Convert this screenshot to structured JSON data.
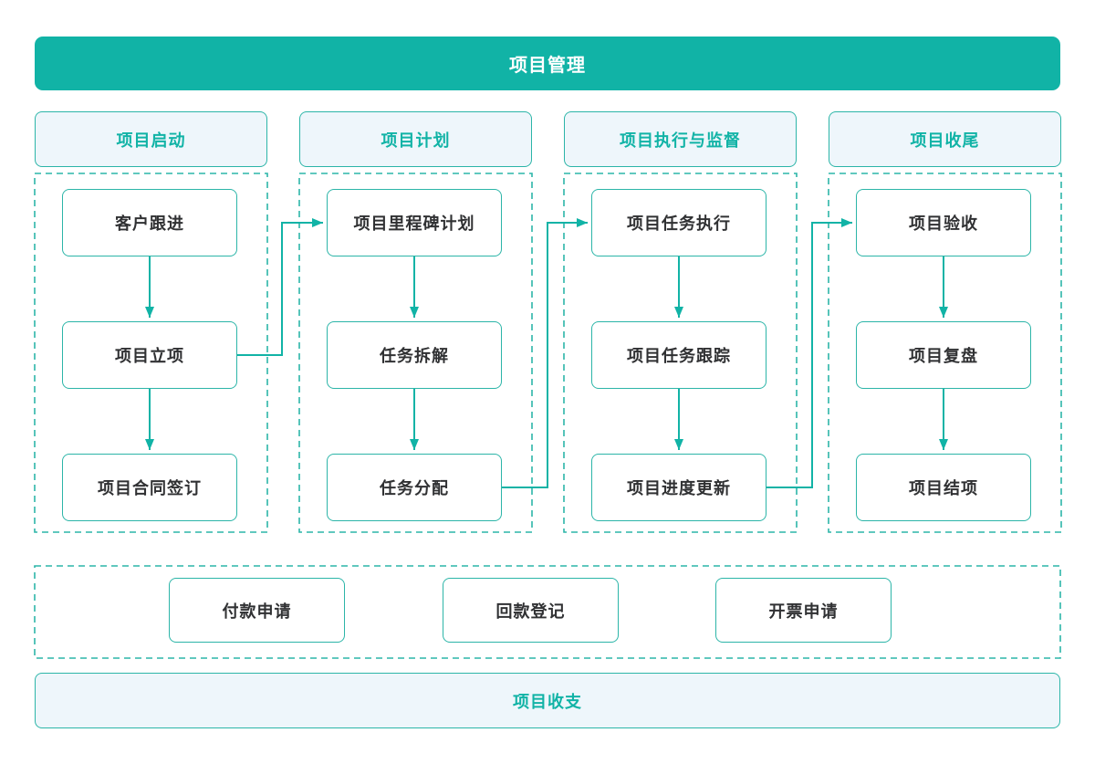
{
  "banner": {
    "title": "项目管理"
  },
  "columns": [
    {
      "header": "项目启动",
      "nodes": [
        "客户跟进",
        "项目立项",
        "项目合同签订"
      ]
    },
    {
      "header": "项目计划",
      "nodes": [
        "项目里程碑计划",
        "任务拆解",
        "任务分配"
      ]
    },
    {
      "header": "项目执行与监督",
      "nodes": [
        "项目任务执行",
        "项目任务跟踪",
        "项目进度更新"
      ]
    },
    {
      "header": "项目收尾",
      "nodes": [
        "项目验收",
        "项目复盘",
        "项目结项"
      ]
    }
  ],
  "finance": {
    "items": [
      "付款申请",
      "回款登记",
      "开票申请"
    ]
  },
  "footer": {
    "title": "项目收支"
  },
  "colors": {
    "accent": "#11b3a6",
    "accent_border": "#2cb5a8",
    "light_fill": "#eef6fb",
    "node_text": "#303133",
    "banner_text": "#ffffff"
  }
}
